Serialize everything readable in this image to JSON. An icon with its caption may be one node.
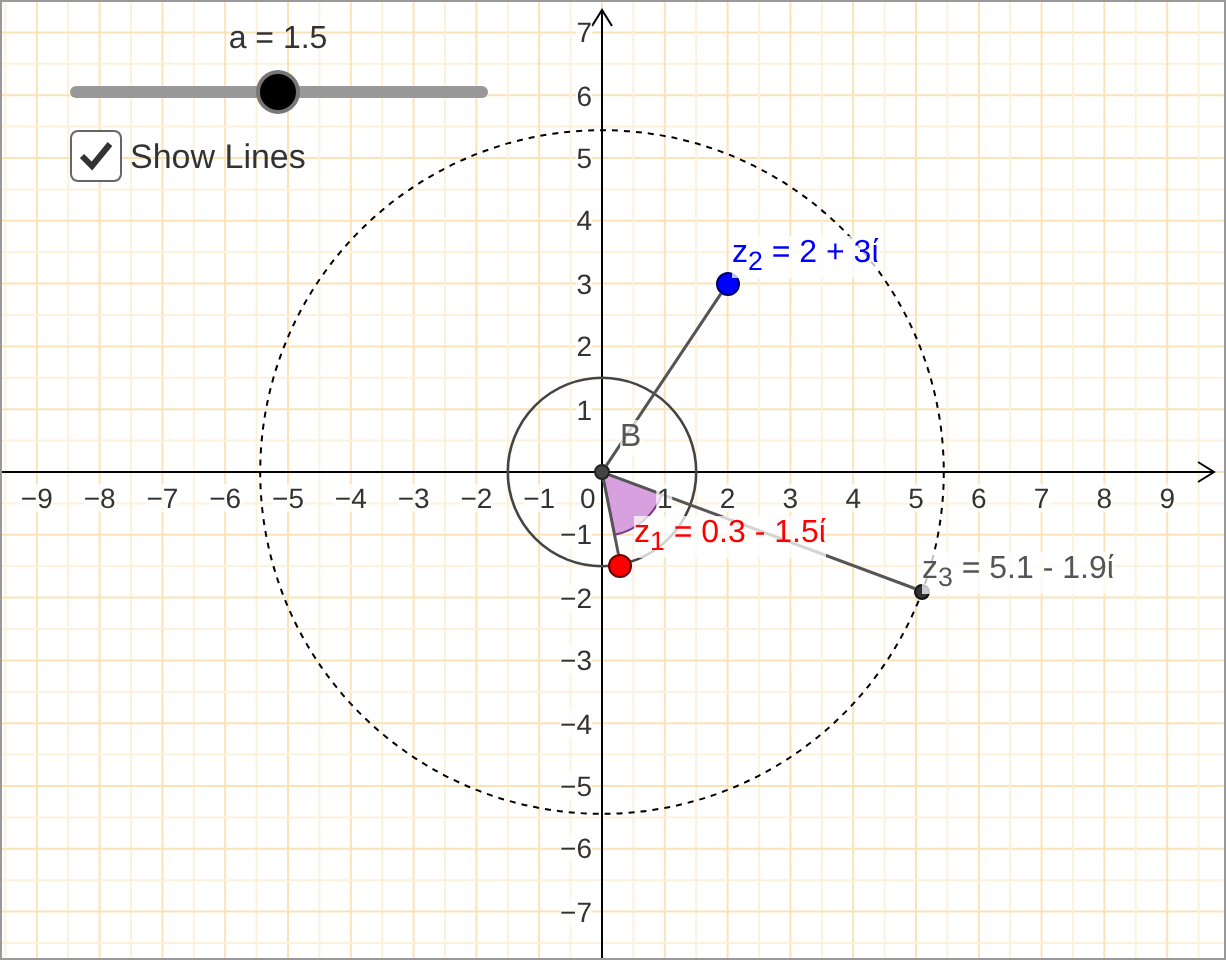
{
  "diagram": {
    "nodes": [
      {
        "text": [],
        "shape": "circle",
        "beside": [
          "B"
        ]
      },
      {
        "text": [],
        "shape": "circle",
        "beside": [
          "z$_{1}$ = 0.3 - 1.5ί"
        ]
      },
      {
        "text": [],
        "shape": "circle",
        "beside": [
          "z$_{2}$ = 2 + 3ί"
        ]
      },
      {
        "text": [],
        "shape": "circle",
        "beside": [
          "z$_{3}$ = 5.1 - 1.9ί"
        ]
      }
    ],
    "edges": [
      {
        "from": 0,
        "to": 2,
        "arrow": "none"
      },
      {
        "from": 0,
        "to": 1,
        "arrow": "none"
      },
      {
        "from": 0,
        "to": 3,
        "arrow": "none"
      }
    ],
    "labels": [
      "a = 1.5",
      "Show Lines",
      "7",
      "6",
      "5",
      "4",
      "3",
      "2",
      "1",
      "−9",
      "−8",
      "−7",
      "−6",
      "−5",
      "−4",
      "−3",
      "−2",
      "−1",
      "0",
      "1",
      "2",
      "3",
      "4",
      "5",
      "6",
      "7",
      "8",
      "9",
      "−1",
      "−2",
      "−3",
      "−4",
      "−5",
      "−6",
      "−7"
    ]
  }
}
